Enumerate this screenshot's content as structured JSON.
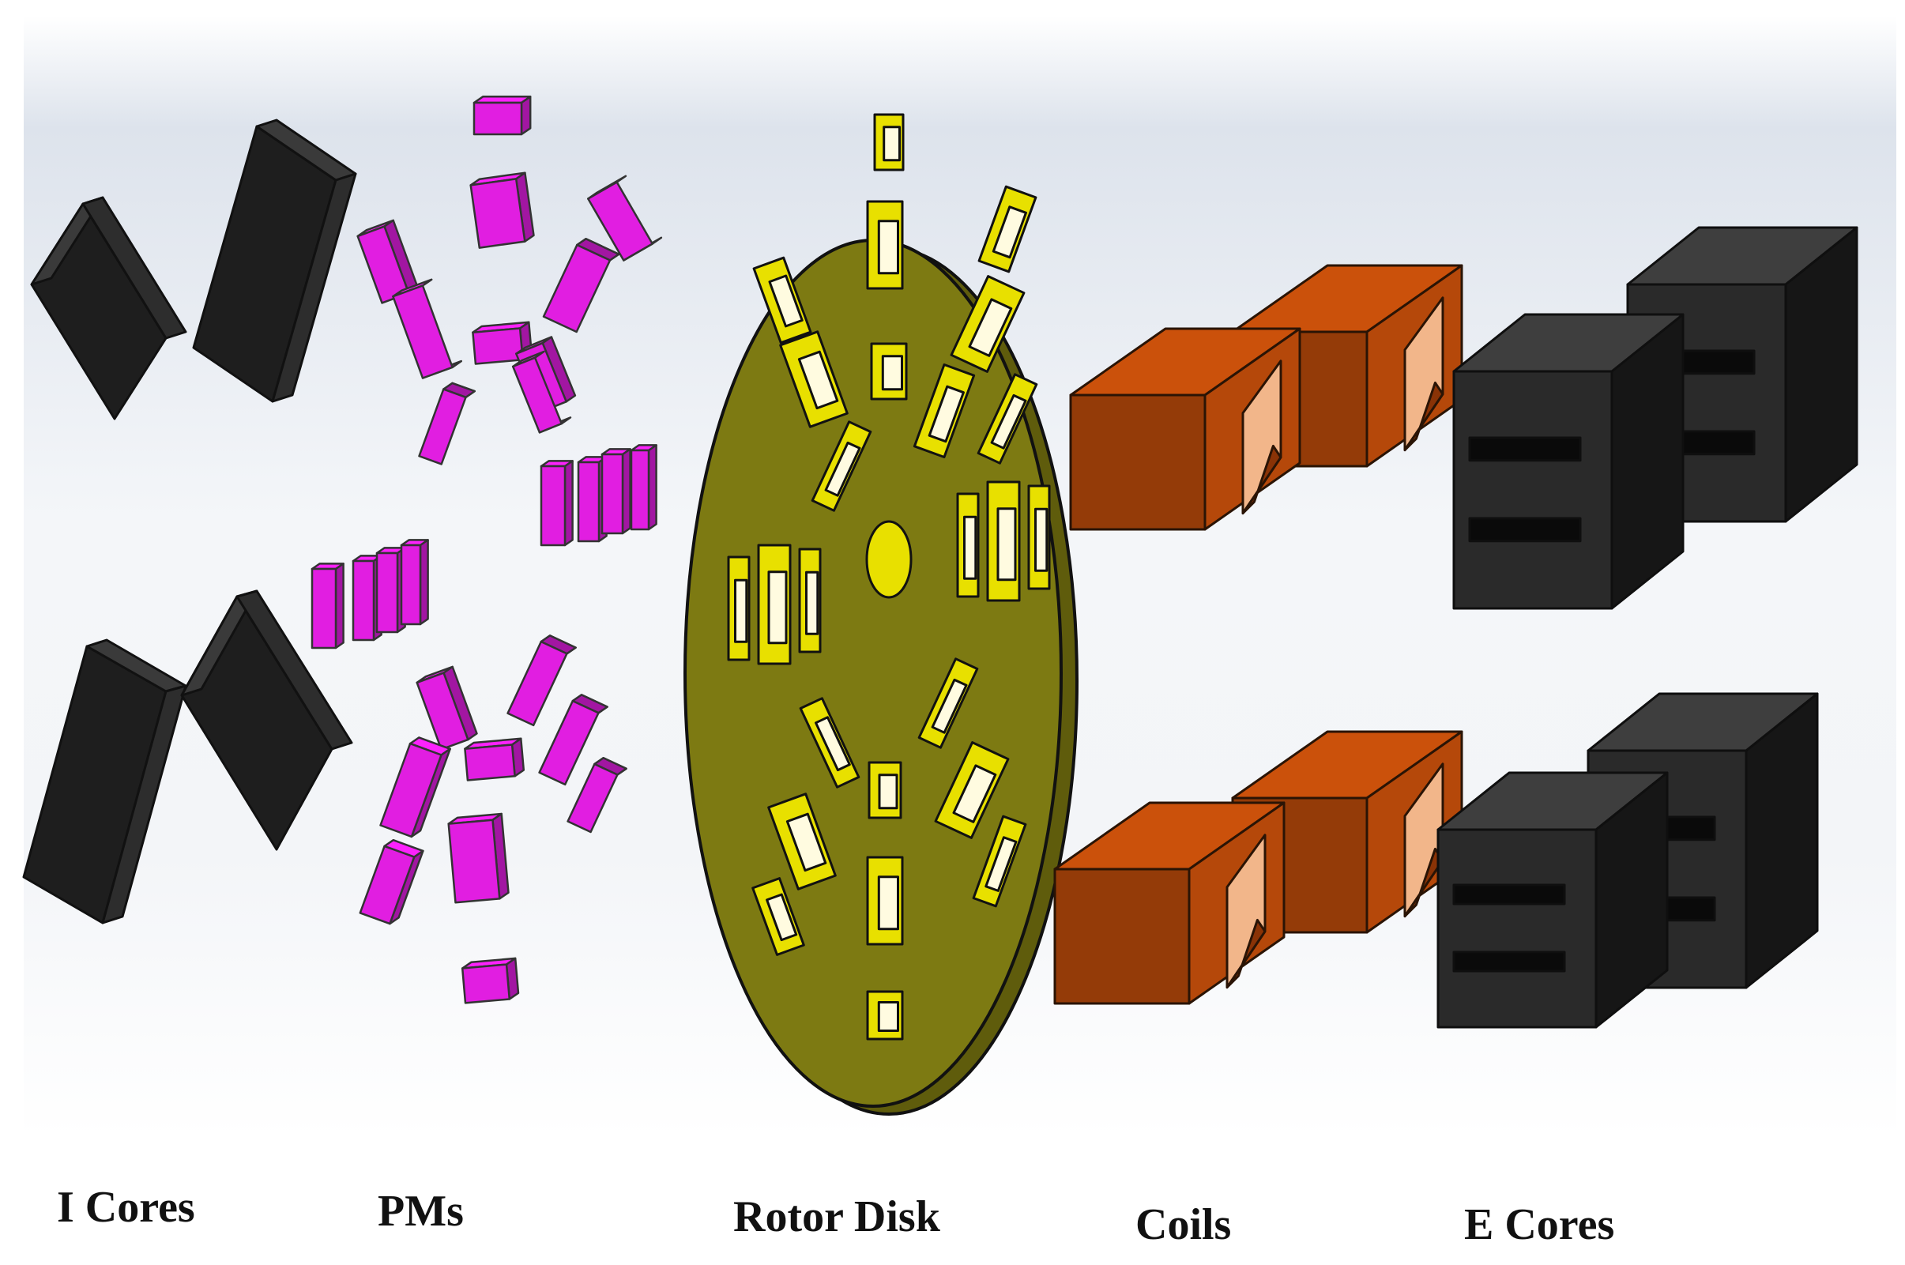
{
  "labels": {
    "i_cores": "I Cores",
    "pms": "PMs",
    "rotor_disk": "Rotor Disk",
    "coils": "Coils",
    "e_cores": "E Cores"
  },
  "colors": {
    "core": "#2a2a2a",
    "pm": "#e11ee1",
    "rotor": "#7d7a12",
    "slot": "#e8e000",
    "coil": "#b5480a"
  }
}
